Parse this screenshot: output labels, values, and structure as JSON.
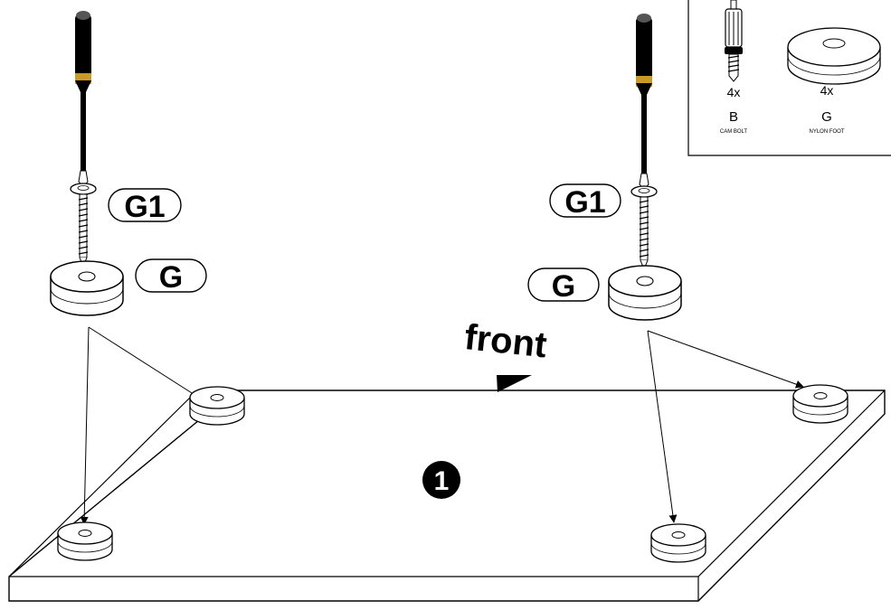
{
  "diagram": {
    "step_number": "1",
    "direction_label": "front",
    "labels": {
      "screw_left": "G1",
      "foot_left": "G",
      "screw_right": "G1",
      "foot_right": "G"
    },
    "parts_box": {
      "items": [
        {
          "quantity": "4x",
          "letter": "B",
          "name": "CAM BOLT",
          "icon": "cam-bolt-icon"
        },
        {
          "quantity": "4x",
          "letter": "G",
          "name": "NYLON FOOT",
          "icon": "nylon-foot-icon"
        }
      ]
    },
    "icons": [
      "screwdriver-icon",
      "screw-icon",
      "nylon-foot-icon",
      "direction-arrow-icon",
      "step-badge-icon"
    ]
  }
}
